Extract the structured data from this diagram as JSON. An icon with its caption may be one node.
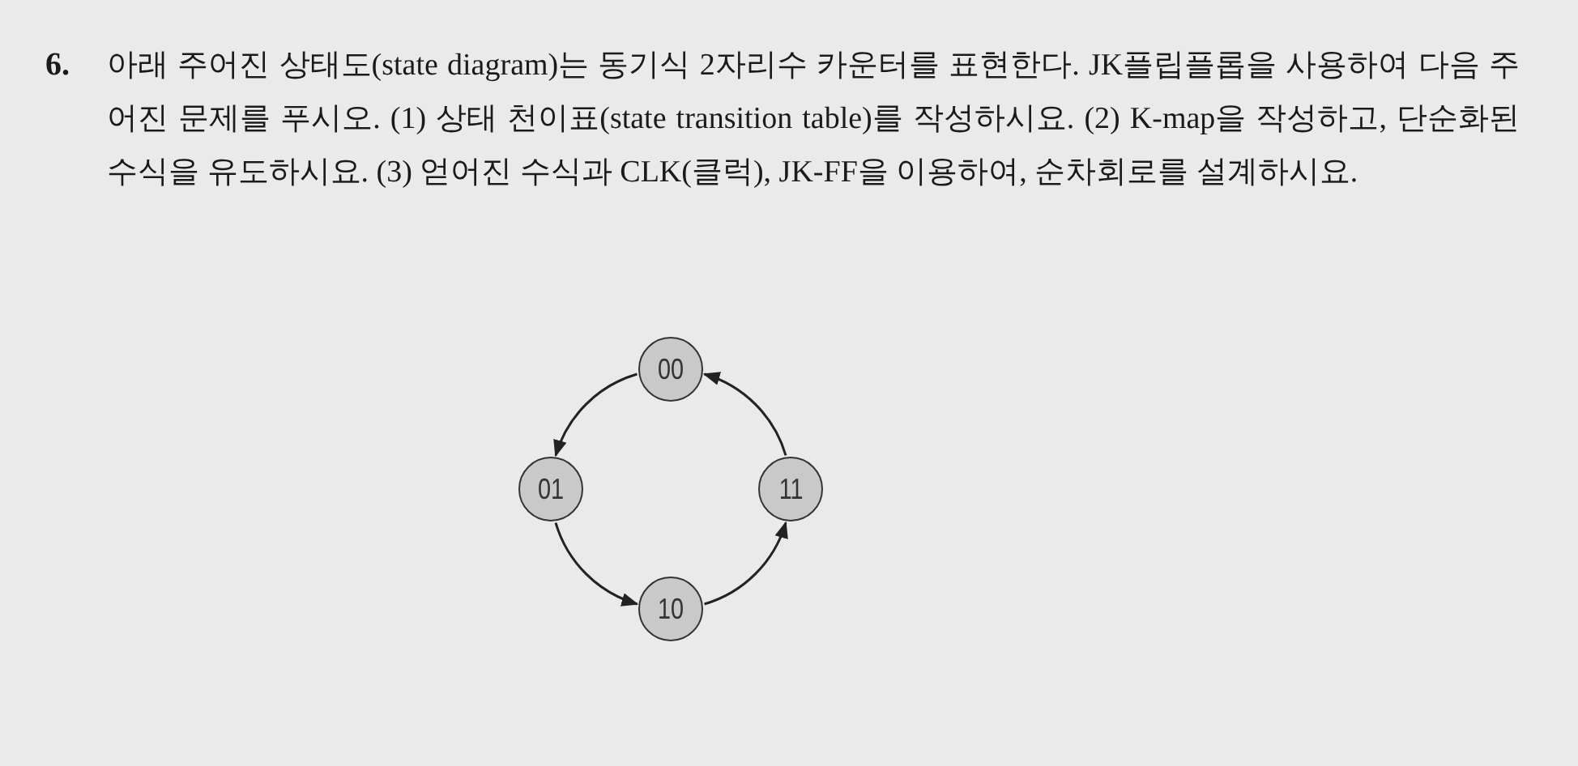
{
  "diagram": {
    "nodes": [
      {
        "text": [
          "00"
        ]
      },
      {
        "text": [
          "01"
        ]
      },
      {
        "text": [
          "11"
        ]
      },
      {
        "text": [
          "10"
        ]
      }
    ],
    "edges": [
      {
        "from": 0,
        "to": 1,
        "arrow": "to"
      },
      {
        "from": 1,
        "to": 3,
        "arrow": "to"
      },
      {
        "from": 3,
        "to": 2,
        "arrow": "to"
      },
      {
        "from": 2,
        "to": 0,
        "arrow": "to"
      }
    ],
    "labels": [
      "6.",
      "아래 주어진 상태도(state diagram)는 동기식 2자리수 카운터를 표현한다. JK플립플롭을 사용하여 다음 주어진 문제를 푸시오. (1) 상태 천이표(state transition table)를 작성하시요. (2) K-map을 작성하고, 단순화된 수식을 유도하시요. (3) 얻어진 수식과 CLK(클럭), JK-FF을 이용하여, 순차회로를 설계하시요."
    ]
  }
}
